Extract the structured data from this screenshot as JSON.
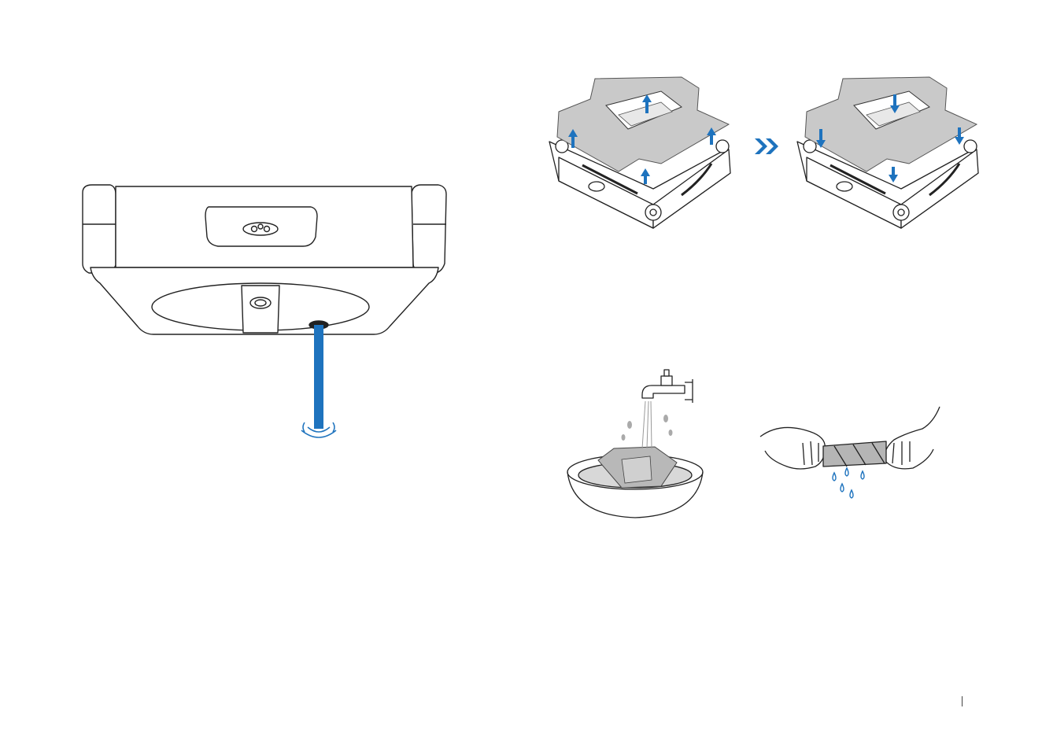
{
  "page": {
    "colors": {
      "accent": "#1e73be",
      "line": "#222222",
      "fill_gray": "#c9c9c9",
      "background": "#ffffff"
    }
  },
  "illustrations": [
    {
      "id": "drain",
      "icon": "robot-underside-water-drain"
    },
    {
      "id": "pad-remove",
      "icon": "cleaning-pad-remove"
    },
    {
      "id": "pad-arrow",
      "icon": "double-chevron-right"
    },
    {
      "id": "pad-attach",
      "icon": "cleaning-pad-attach"
    },
    {
      "id": "wash",
      "icon": "pad-washing-bowl-faucet"
    },
    {
      "id": "wring",
      "icon": "hands-wringing-pad"
    }
  ]
}
